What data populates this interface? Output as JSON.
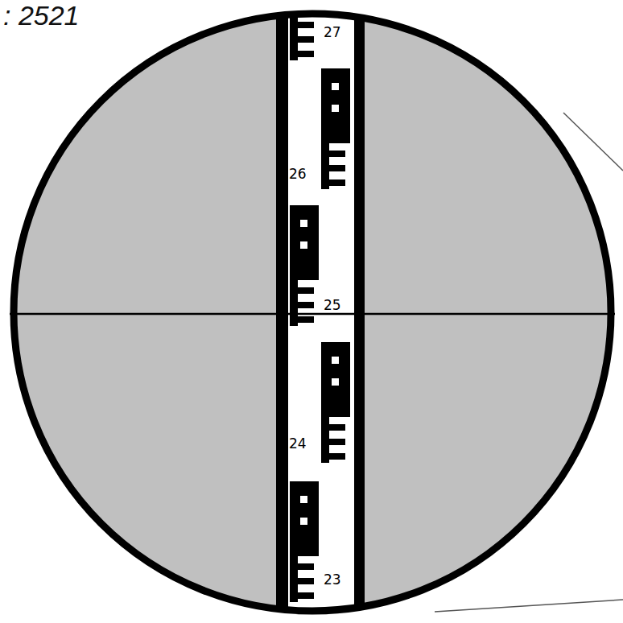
{
  "diagram": {
    "labels": [
      ": 2521",
      "27",
      "26",
      "25",
      "24",
      "23"
    ]
  }
}
